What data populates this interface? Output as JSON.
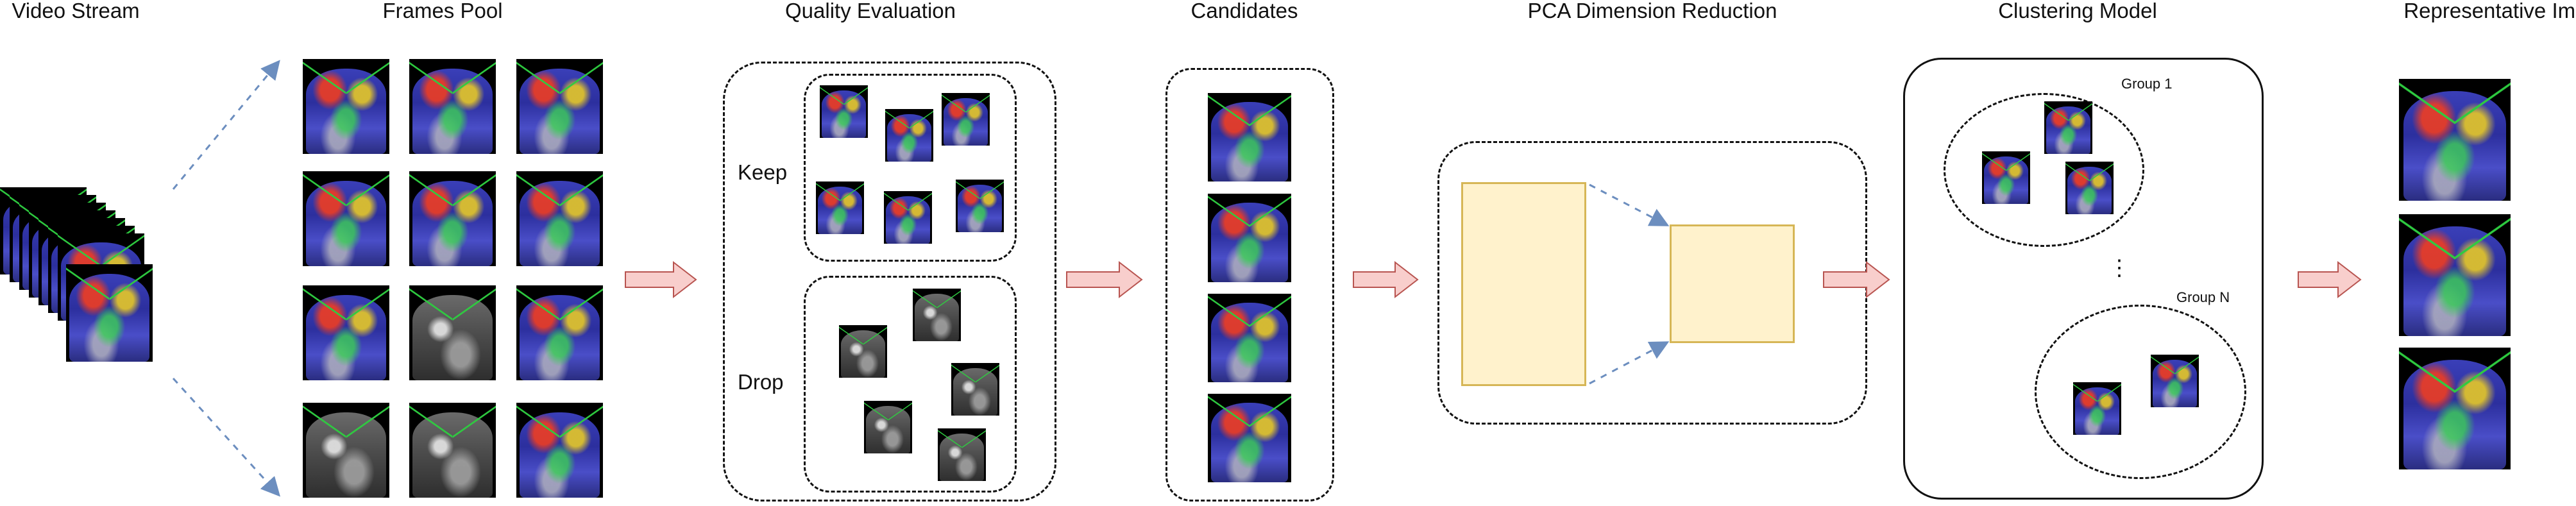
{
  "titles": {
    "video_stream": "Video Stream",
    "frames_pool": "Frames Pool",
    "quality_evaluation": "Quality Evaluation",
    "candidates": "Candidates",
    "pca": "PCA Dimension Reduction",
    "clustering": "Clustering Model",
    "representative": "Representative Images"
  },
  "labels": {
    "keep": "Keep",
    "drop": "Drop",
    "group1": "Group 1",
    "groupN": "Group N",
    "ellipsis": "⋮"
  },
  "colors": {
    "arrow_fill": "#f8cecc",
    "arrow_stroke": "#b85450",
    "pca_fill": "#fff2cc",
    "pca_stroke": "#d6b656",
    "connector": "#6c8ebf"
  }
}
